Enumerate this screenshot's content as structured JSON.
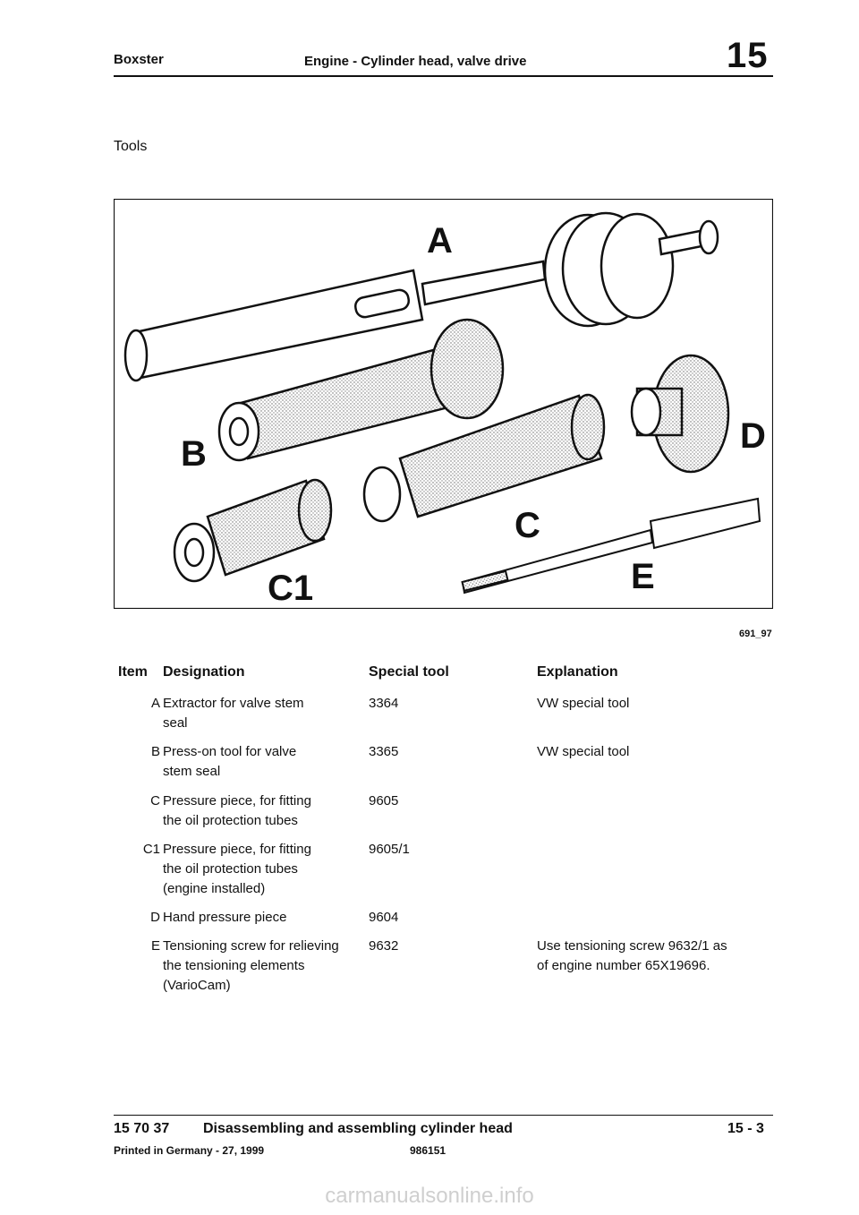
{
  "header": {
    "model": "Boxster",
    "title": "Engine - Cylinder head, valve drive",
    "group": "15"
  },
  "section_title": "Tools",
  "figure": {
    "labels": [
      "A",
      "B",
      "C1",
      "C",
      "D",
      "E"
    ],
    "code": "691_97"
  },
  "table": {
    "headers": {
      "item": "Item",
      "designation": "Designation",
      "special_tool": "Special tool",
      "explanation": "Explanation"
    },
    "rows": [
      {
        "item": "A",
        "designation": [
          "Extractor for valve stem",
          "seal"
        ],
        "tool": "3364",
        "explanation": [
          "VW special tool"
        ]
      },
      {
        "item": "B",
        "designation": [
          "Press-on tool for valve",
          "stem seal"
        ],
        "tool": "3365",
        "explanation": [
          "VW special tool"
        ]
      },
      {
        "item": "C",
        "designation": [
          "Pressure piece, for fitting",
          "the oil protection tubes"
        ],
        "tool": "9605",
        "explanation": []
      },
      {
        "item": "C1",
        "designation": [
          "Pressure piece, for fitting",
          "the oil protection tubes",
          "(engine installed)"
        ],
        "tool": "9605/1",
        "explanation": []
      },
      {
        "item": "D",
        "designation": [
          "Hand pressure piece"
        ],
        "tool": "9604",
        "explanation": []
      },
      {
        "item": "E",
        "designation": [
          "Tensioning screw for relieving",
          "the tensioning elements",
          "(VarioCam)"
        ],
        "tool": "9632",
        "explanation": [
          "Use tensioning screw 9632/1 as",
          "of engine number 65X19696."
        ]
      }
    ]
  },
  "footer": {
    "code": "15 70 37",
    "title": "Disassembling and assembling cylinder head",
    "page": "15 - 3",
    "printed": "Printed in Germany - 27, 1999",
    "part_number": "986151"
  },
  "watermark": "carmanualsonline.info"
}
